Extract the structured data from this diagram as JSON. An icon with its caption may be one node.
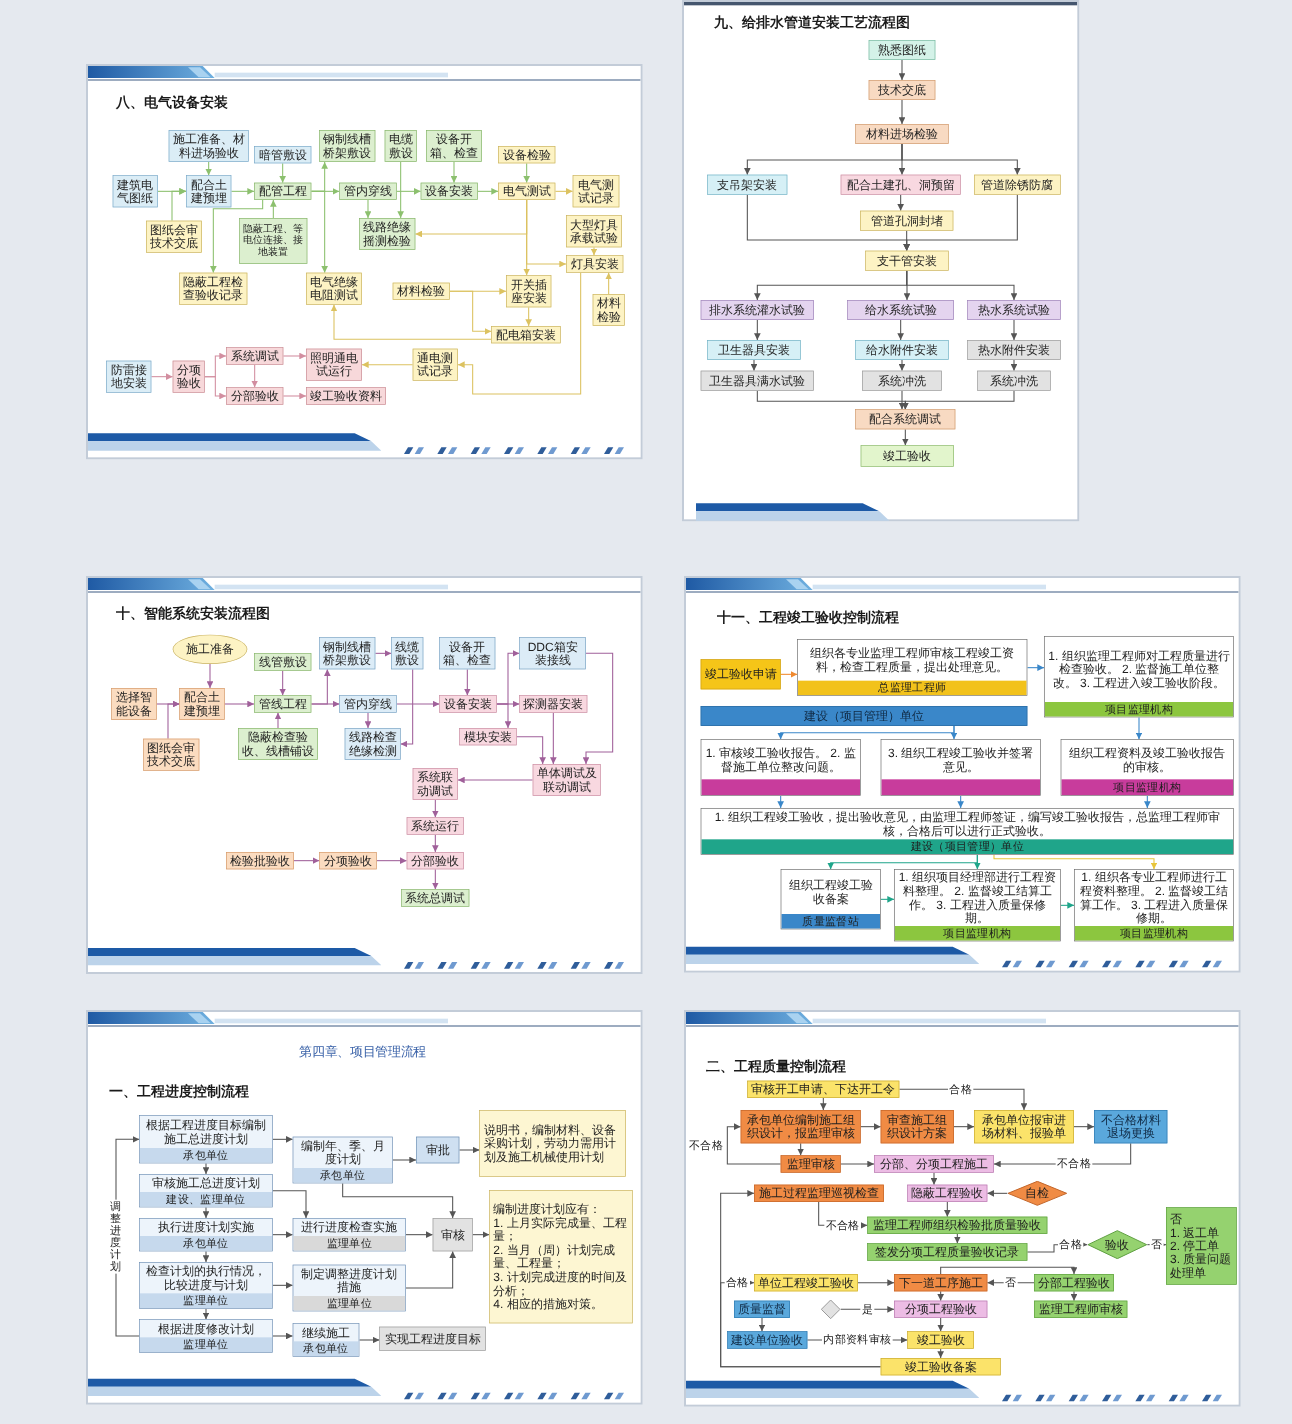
{
  "diagram": {
    "nodes": [
      {
        "text": [
          "八、电气设备安装"
        ]
      },
      {
        "text": [
          "施工准备、材料进场验收"
        ],
        "in": 0
      },
      {
        "text": [
          "暗管敷设"
        ],
        "in": 0
      },
      {
        "text": [
          "钢制线槽桥架敷设"
        ],
        "in": 0
      },
      {
        "text": [
          "电缆敷设"
        ],
        "in": 0
      },
      {
        "text": [
          "设备开箱、检查"
        ],
        "in": 0
      },
      {
        "text": [
          "设备检验"
        ],
        "in": 0
      },
      {
        "text": [
          "建筑电气图纸"
        ],
        "in": 0
      },
      {
        "text": [
          "配合土建预埋"
        ],
        "in": 0
      },
      {
        "text": [
          "配管工程"
        ],
        "in": 0
      },
      {
        "text": [
          "管内穿线"
        ],
        "in": 0
      },
      {
        "text": [
          "设备安装"
        ],
        "in": 0
      },
      {
        "text": [
          "电气测试"
        ],
        "in": 0
      },
      {
        "text": [
          "电气测试记录"
        ],
        "in": 0
      },
      {
        "text": [
          "大型灯具承载试验"
        ],
        "in": 0
      },
      {
        "text": [
          "图纸会审技术交底"
        ],
        "in": 0
      },
      {
        "text": [
          "隐蔽工程、等电位连接、接地装置"
        ],
        "in": 0
      },
      {
        "text": [
          "线路绝缘摇测检验"
        ],
        "in": 0
      },
      {
        "text": [
          "灯具安装"
        ],
        "in": 0
      },
      {
        "text": [
          "电气绝缘电阻测试"
        ],
        "in": 0
      },
      {
        "text": [
          "材料检验"
        ],
        "in": 0
      },
      {
        "text": [
          "开关插座安装"
        ],
        "in": 0
      },
      {
        "text": [
          "隐蔽工程检查验收记录"
        ],
        "in": 0
      },
      {
        "text": [
          "材料检验"
        ],
        "in": 0
      },
      {
        "text": [
          "配电箱安装"
        ],
        "in": 0
      },
      {
        "text": [
          "防雷接地安装"
        ],
        "in": 0
      },
      {
        "text": [
          "分项验收"
        ],
        "in": 0
      },
      {
        "text": [
          "系统调试"
        ],
        "in": 0
      },
      {
        "text": [
          "照明通电试运行"
        ],
        "in": 0
      },
      {
        "text": [
          "通电测试记录"
        ],
        "in": 0
      },
      {
        "text": [
          "分部验收"
        ],
        "in": 0
      },
      {
        "text": [
          "竣工验收资料"
        ],
        "in": 0
      },
      {
        "text": [
          "九、给排水管道安装工艺流程图"
        ]
      },
      {
        "text": [
          "熟悉图纸"
        ],
        "in": 32
      },
      {
        "text": [
          "技术交底"
        ],
        "in": 32
      },
      {
        "text": [
          "材料进场检验"
        ],
        "in": 32
      },
      {
        "text": [
          "支吊架安装"
        ],
        "in": 32
      },
      {
        "text": [
          "配合土建孔、洞预留"
        ],
        "in": 32
      },
      {
        "text": [
          "管道除锈防腐"
        ],
        "in": 32
      },
      {
        "text": [
          "管道孔洞封堵"
        ],
        "in": 32
      },
      {
        "text": [
          "支干管安装"
        ],
        "in": 32
      },
      {
        "text": [
          "排水系统灌水试验"
        ],
        "in": 32
      },
      {
        "text": [
          "给水系统试验"
        ],
        "in": 32
      },
      {
        "text": [
          "热水系统试验"
        ],
        "in": 32
      },
      {
        "text": [
          "卫生器具安装"
        ],
        "in": 32
      },
      {
        "text": [
          "给水附件安装"
        ],
        "in": 32
      },
      {
        "text": [
          "热水附件安装"
        ],
        "in": 32
      },
      {
        "text": [
          "卫生器具满水试验"
        ],
        "in": 32
      },
      {
        "text": [
          "系统冲洗"
        ],
        "in": 32
      },
      {
        "text": [
          "系统冲洗"
        ],
        "in": 32
      },
      {
        "text": [
          "配合系统调试"
        ],
        "in": 32
      },
      {
        "text": [
          "竣工验收"
        ],
        "in": 32
      },
      {
        "text": [
          "十、智能系统安装流程图"
        ]
      },
      {
        "text": [
          "施工准备"
        ],
        "in": 52
      },
      {
        "text": [
          "钢制线槽桥架敷设"
        ],
        "in": 52
      },
      {
        "text": [
          "线缆敷设"
        ],
        "in": 52
      },
      {
        "text": [
          "设备开箱、检查"
        ],
        "in": 52
      },
      {
        "text": [
          "DDC箱安装接线"
        ],
        "in": 52
      },
      {
        "text": [
          "线管敷设"
        ],
        "in": 52
      },
      {
        "text": [
          "选择智能设备"
        ],
        "in": 52
      },
      {
        "text": [
          "配合土建预埋"
        ],
        "in": 52
      },
      {
        "text": [
          "管线工程"
        ],
        "in": 52
      },
      {
        "text": [
          "管内穿线"
        ],
        "in": 52
      },
      {
        "text": [
          "设备安装"
        ],
        "in": 52
      },
      {
        "text": [
          "探测器安装"
        ],
        "in": 52
      },
      {
        "text": [
          "隐蔽检查验收、线槽铺设"
        ],
        "in": 52
      },
      {
        "text": [
          "线路检查绝缘检测"
        ],
        "in": 52
      },
      {
        "text": [
          "模块安装"
        ],
        "in": 52
      },
      {
        "text": [
          "图纸会审技术交底"
        ],
        "in": 52
      },
      {
        "text": [
          "单体调试及联动调试"
        ],
        "in": 52
      },
      {
        "text": [
          "系统联动调试"
        ],
        "in": 52
      },
      {
        "text": [
          "系统运行"
        ],
        "in": 52
      },
      {
        "text": [
          "检验批验收"
        ],
        "in": 52
      },
      {
        "text": [
          "分项验收"
        ],
        "in": 52
      },
      {
        "text": [
          "分部验收"
        ],
        "in": 52
      },
      {
        "text": [
          "系统总调试"
        ],
        "in": 52
      },
      {
        "text": [
          "十一、工程竣工验收控制流程"
        ]
      },
      {
        "text": [
          "竣工验收申请"
        ],
        "in": 76
      },
      {
        "text": [
          "组织各专业监理工程师审核工程竣工资料，检查工程质量，提出处理意见。",
          "总监理工程师"
        ],
        "in": 76
      },
      {
        "text": [
          "建设（项目管理）单位"
        ],
        "in": 76
      },
      {
        "text": [
          "1. 组织监理工程师对工程质量进行检查验收。 2. 监督施工单位整改。 3. 工程进入竣工验收阶段。",
          "项目监理机构"
        ],
        "in": 76
      },
      {
        "text": [
          "1. 审核竣工验收报告。 2. 监督施工单位整改问题。"
        ],
        "in": 76
      },
      {
        "text": [
          "3. 组织工程竣工验收并签署意见。"
        ],
        "in": 76
      },
      {
        "text": [
          "组织工程资料及竣工验收报告的审核。",
          "项目监理机构"
        ],
        "in": 76
      },
      {
        "text": [
          "1. 组织工程竣工验收，提出验收意见，由监理工程师签证，编写竣工验收报告，总监理工程师审核，合格后可以进行正式验收。",
          "建设（项目管理）单位"
        ],
        "in": 76
      },
      {
        "text": [
          "组织工程竣工验收备案",
          "质量监督站"
        ],
        "in": 76
      },
      {
        "text": [
          "1. 组织项目经理部进行工程资料整理。 2. 监督竣工结算工作。 3. 工程进入质量保修期。",
          "项目监理机构"
        ],
        "in": 76
      },
      {
        "text": [
          "1. 组织各专业工程师进行工程资料整理。 2. 监督竣工结算工作。 3. 工程进入质量保修期。",
          "项目监理机构"
        ],
        "in": 76
      },
      {
        "text": [
          "第四章、项目管理流程",
          "一、工程进度控制流程"
        ]
      },
      {
        "text": [
          "根据工程进度目标编制施工总进度计划",
          "承包单位"
        ],
        "in": 88
      },
      {
        "text": [
          "编制年、季、月度计划",
          "承包单位"
        ],
        "in": 88
      },
      {
        "text": [
          "审批"
        ],
        "in": 88
      },
      {
        "text": [
          "说明书，编制材料、设备采购计划，劳动力需用计划及施工机械使用计划"
        ],
        "in": 88
      },
      {
        "text": [
          "审核施工总进度计划",
          "建设、监理单位"
        ],
        "in": 88
      },
      {
        "text": [
          "编制进度计划应有：",
          "1. 上月实际完成量、工程量；",
          "2. 当月（周）计划完成量、工程量；",
          "3. 计划完成进度的时间及分析；",
          "4. 相应的措施对策。"
        ],
        "in": 88
      },
      {
        "text": [
          "执行进度计划实施",
          "承包单位"
        ],
        "in": 88
      },
      {
        "text": [
          "进行进度检查实施",
          "监理单位"
        ],
        "in": 88
      },
      {
        "text": [
          "审核"
        ],
        "in": 88
      },
      {
        "text": [
          "检查计划的执行情况，比较进度与计划",
          "监理单位"
        ],
        "in": 88
      },
      {
        "text": [
          "制定调整进度计划措施",
          "监理单位"
        ],
        "in": 88
      },
      {
        "text": [
          "根据进度修改计划",
          "监理单位"
        ],
        "in": 88
      },
      {
        "text": [
          "继续施工",
          "承包单位"
        ],
        "in": 88
      },
      {
        "text": [
          "实现工程进度目标"
        ],
        "in": 88
      },
      {
        "text": [
          "二、工程质量控制流程"
        ]
      },
      {
        "text": [
          "审核开工申请、下达开工令"
        ],
        "in": 103
      },
      {
        "text": [
          "承包单位编制施工组织设计，报监理审核"
        ],
        "in": 103
      },
      {
        "text": [
          "审查施工组织设计方案"
        ],
        "in": 103
      },
      {
        "text": [
          "承包单位报审进场材料、报验单"
        ],
        "in": 103
      },
      {
        "text": [
          "不合格材料退场更换"
        ],
        "in": 103
      },
      {
        "text": [
          "监理审核"
        ],
        "in": 103
      },
      {
        "text": [
          "分部、分项工程施工"
        ],
        "in": 103
      },
      {
        "text": [
          "施工过程监理巡视检查"
        ],
        "in": 103
      },
      {
        "text": [
          "隐蔽工程验收"
        ],
        "in": 103
      },
      {
        "text": [
          "自检"
        ],
        "in": 103
      },
      {
        "text": [
          "监理工程师组织检验批质量验收"
        ],
        "in": 103
      },
      {
        "text": [
          "签发分项工程质量验收记录"
        ],
        "in": 103
      },
      {
        "text": [
          "验收"
        ],
        "in": 103
      },
      {
        "text": [
          "否",
          "1. 返工单",
          "2. 停工单",
          "3. 质量问题处理单"
        ],
        "in": 103
      },
      {
        "text": [
          "单位工程竣工验收"
        ],
        "in": 103
      },
      {
        "text": [
          "下一道工序施工"
        ],
        "in": 103
      },
      {
        "text": [
          "分部工程验收"
        ],
        "in": 103
      },
      {
        "text": [],
        "shape": "diamond",
        "in": 103
      },
      {
        "text": [
          "分项工程验收"
        ],
        "in": 103
      },
      {
        "text": [
          "监理工程师审核"
        ],
        "in": 103
      },
      {
        "text": [
          "质量监督"
        ],
        "in": 103
      },
      {
        "text": [
          "建设单位验收"
        ],
        "in": 103
      },
      {
        "text": [
          "竣工验收"
        ],
        "in": 103
      },
      {
        "text": [
          "竣工验收备案"
        ],
        "in": 103
      }
    ],
    "edges": [
      {
        "from": 1,
        "to": 8,
        "arrow": "to",
        "color": "#8cc06e"
      },
      {
        "from": 7,
        "to": 8,
        "arrow": "to",
        "color": "#8cc06e"
      },
      {
        "from": 15,
        "to": 8,
        "arrow": "to",
        "color": "#8cc06e"
      },
      {
        "from": 8,
        "to": 9,
        "arrow": "to",
        "color": "#8cc06e"
      },
      {
        "from": 2,
        "to": 9,
        "arrow": "to",
        "color": "#8cc06e"
      },
      {
        "from": 16,
        "to": 9,
        "arrow": "to",
        "color": "#8cc06e"
      },
      {
        "from": 9,
        "to": 22,
        "arrow": "to",
        "color": "#8cc06e"
      },
      {
        "from": 9,
        "to": 10,
        "arrow": "to",
        "color": "#8cc06e"
      },
      {
        "from": 9,
        "to": 3,
        "arrow": "to",
        "color": "#8cc06e"
      },
      {
        "from": 9,
        "to": 19,
        "arrow": "to",
        "color": "#8cc06e"
      },
      {
        "from": 10,
        "to": 11,
        "arrow": "to",
        "color": "#8cc06e"
      },
      {
        "from": 5,
        "to": 11,
        "arrow": "to",
        "color": "#8cc06e"
      },
      {
        "from": 11,
        "to": 12,
        "arrow": "to",
        "color": "#8cc06e"
      },
      {
        "from": 6,
        "to": 12,
        "arrow": "to",
        "color": "#8cc06e"
      },
      {
        "from": 12,
        "to": 13,
        "arrow": "to",
        "color": "#dcc260"
      },
      {
        "from": 10,
        "to": 17,
        "arrow": "to",
        "color": "#8cc06e"
      },
      {
        "from": 4,
        "to": 17,
        "arrow": "to",
        "color": "#8cc06e"
      },
      {
        "from": 12,
        "to": 17,
        "arrow": "to",
        "color": "#dcc260"
      },
      {
        "from": 12,
        "to": 21,
        "arrow": "to",
        "color": "#dcc260"
      },
      {
        "from": 12,
        "to": 18,
        "arrow": "to",
        "color": "#dcc260"
      },
      {
        "from": 14,
        "to": 18,
        "arrow": "to",
        "color": "#dcc260"
      },
      {
        "from": 23,
        "to": 18,
        "arrow": "to",
        "color": "#dcc260"
      },
      {
        "from": 20,
        "to": 21,
        "arrow": "to",
        "color": "#dcc260"
      },
      {
        "from": 20,
        "to": 24,
        "arrow": "to",
        "color": "#dcc260"
      },
      {
        "from": 21,
        "to": 24,
        "arrow": "to",
        "color": "#dcc260"
      },
      {
        "from": 24,
        "to": 19,
        "arrow": "to",
        "color": "#dcc260"
      },
      {
        "from": 18,
        "to": 29,
        "arrow": "to",
        "color": "#dcc260"
      },
      {
        "from": 25,
        "to": 26,
        "arrow": "to",
        "color": "#d28ea0"
      },
      {
        "from": 26,
        "to": 27,
        "arrow": "to",
        "color": "#d28ea0"
      },
      {
        "from": 26,
        "to": 30,
        "arrow": "to",
        "color": "#d28ea0"
      },
      {
        "from": 27,
        "to": 28,
        "arrow": "to",
        "color": "#d28ea0"
      },
      {
        "from": 27,
        "to": 30,
        "arrow": "to",
        "color": "#d28ea0"
      },
      {
        "from": 30,
        "to": 31,
        "arrow": "to",
        "color": "#d28ea0"
      },
      {
        "from": 29,
        "to": 28,
        "arrow": "to",
        "color": "#dcc260"
      },
      {
        "from": 33,
        "to": 34,
        "arrow": "to"
      },
      {
        "from": 34,
        "to": 35,
        "arrow": "to"
      },
      {
        "from": 35,
        "to": 36,
        "arrow": "to"
      },
      {
        "from": 35,
        "to": 37,
        "arrow": "to"
      },
      {
        "from": 35,
        "to": 38,
        "arrow": "to"
      },
      {
        "from": 37,
        "to": 39,
        "arrow": "to"
      },
      {
        "from": 36,
        "to": 40,
        "arrow": "to"
      },
      {
        "from": 38,
        "to": 40,
        "arrow": "to"
      },
      {
        "from": 39,
        "to": 40,
        "arrow": "to"
      },
      {
        "from": 40,
        "to": 41,
        "arrow": "to"
      },
      {
        "from": 40,
        "to": 42,
        "arrow": "to"
      },
      {
        "from": 40,
        "to": 43,
        "arrow": "to"
      },
      {
        "from": 41,
        "to": 44,
        "arrow": "to"
      },
      {
        "from": 42,
        "to": 45,
        "arrow": "to"
      },
      {
        "from": 43,
        "to": 46,
        "arrow": "to"
      },
      {
        "from": 44,
        "to": 47,
        "arrow": "to"
      },
      {
        "from": 45,
        "to": 48,
        "arrow": "to"
      },
      {
        "from": 46,
        "to": 49,
        "arrow": "to"
      },
      {
        "from": 47,
        "to": 50,
        "arrow": "to"
      },
      {
        "from": 48,
        "to": 50,
        "arrow": "to"
      },
      {
        "from": 49,
        "to": 50,
        "arrow": "to"
      },
      {
        "from": 50,
        "to": 51,
        "arrow": "to"
      },
      {
        "from": 53,
        "to": 60,
        "arrow": "to",
        "color": "#a0609a"
      },
      {
        "from": 59,
        "to": 60,
        "arrow": "to",
        "color": "#a0609a"
      },
      {
        "from": 68,
        "to": 60,
        "arrow": "to",
        "color": "#a0609a"
      },
      {
        "from": 60,
        "to": 61,
        "arrow": "to",
        "color": "#a0609a"
      },
      {
        "from": 58,
        "to": 61,
        "arrow": "to",
        "color": "#a0609a"
      },
      {
        "from": 65,
        "to": 61,
        "arrow": "to",
        "color": "#a0609a"
      },
      {
        "from": 61,
        "to": 62,
        "arrow": "to",
        "color": "#a0609a"
      },
      {
        "from": 61,
        "to": 54,
        "arrow": "to",
        "color": "#a0609a"
      },
      {
        "from": 54,
        "to": 55,
        "arrow": "to",
        "color": "#a0609a"
      },
      {
        "from": 55,
        "to": 66,
        "arrow": "to",
        "color": "#a0609a"
      },
      {
        "from": 62,
        "to": 66,
        "arrow": "to",
        "color": "#a0609a"
      },
      {
        "from": 62,
        "to": 63,
        "arrow": "to",
        "color": "#a0609a"
      },
      {
        "from": 56,
        "to": 63,
        "arrow": "to",
        "color": "#a0609a"
      },
      {
        "from": 63,
        "to": 64,
        "arrow": "to",
        "color": "#a0609a"
      },
      {
        "from": 63,
        "to": 57,
        "arrow": "to",
        "color": "#a0609a"
      },
      {
        "from": 63,
        "to": 67,
        "arrow": "to",
        "color": "#a0609a"
      },
      {
        "from": 57,
        "to": 69,
        "arrow": "to",
        "color": "#a0609a"
      },
      {
        "from": 64,
        "to": 69,
        "arrow": "to",
        "color": "#a0609a"
      },
      {
        "from": 67,
        "to": 69,
        "arrow": "to",
        "color": "#a0609a"
      },
      {
        "from": 69,
        "to": 70,
        "arrow": "to",
        "color": "#a0609a"
      },
      {
        "from": 70,
        "to": 71,
        "arrow": "to",
        "color": "#a0609a"
      },
      {
        "from": 71,
        "to": 74,
        "arrow": "to",
        "color": "#a0609a"
      },
      {
        "from": 72,
        "to": 73,
        "arrow": "to",
        "color": "#a0609a"
      },
      {
        "from": 73,
        "to": 74,
        "arrow": "to",
        "color": "#a0609a"
      },
      {
        "from": 74,
        "to": 75,
        "arrow": "to",
        "color": "#a0609a"
      },
      {
        "from": 77,
        "to": 78,
        "arrow": "to",
        "color": "#f08a30"
      },
      {
        "from": 78,
        "to": 80,
        "arrow": "to",
        "color": "#3a87c9"
      },
      {
        "from": 79,
        "to": 81,
        "arrow": "to",
        "color": "#3a87c9"
      },
      {
        "from": 79,
        "to": 82,
        "arrow": "to",
        "color": "#3a87c9"
      },
      {
        "from": 80,
        "to": 83,
        "arrow": "to",
        "color": "#3a87c9"
      },
      {
        "from": 81,
        "to": 84,
        "arrow": "to",
        "color": "#3a87c9"
      },
      {
        "from": 82,
        "to": 84,
        "arrow": "to",
        "color": "#3a87c9"
      },
      {
        "from": 83,
        "to": 84,
        "arrow": "to",
        "color": "#3a87c9"
      },
      {
        "from": 84,
        "to": 85,
        "arrow": "to",
        "color": "#1fa58a"
      },
      {
        "from": 84,
        "to": 86,
        "arrow": "to",
        "color": "#1fa58a"
      },
      {
        "from": 84,
        "to": 87,
        "arrow": "to",
        "color": "#e8c53a"
      },
      {
        "from": 85,
        "to": 86,
        "arrow": "to",
        "color": "#1fa58a"
      },
      {
        "from": 86,
        "to": 87,
        "arrow": "to",
        "color": "#1fa58a"
      },
      {
        "from": 89,
        "to": 90,
        "arrow": "to"
      },
      {
        "from": 90,
        "to": 91,
        "arrow": "to"
      },
      {
        "from": 91,
        "to": 92,
        "arrow": "to"
      },
      {
        "from": 90,
        "to": 97,
        "arrow": "to"
      },
      {
        "from": 89,
        "to": 93,
        "arrow": "to"
      },
      {
        "from": 93,
        "to": 95,
        "arrow": "to"
      },
      {
        "from": 93,
        "to": 96,
        "arrow": "to"
      },
      {
        "from": 95,
        "to": 96,
        "arrow": "to"
      },
      {
        "from": 96,
        "to": 97,
        "arrow": "to"
      },
      {
        "from": 97,
        "to": 94,
        "arrow": "to"
      },
      {
        "from": 95,
        "to": 98,
        "arrow": "to"
      },
      {
        "from": 98,
        "to": 99,
        "arrow": "to"
      },
      {
        "from": 99,
        "to": 97,
        "arrow": "to"
      },
      {
        "from": 98,
        "to": 100,
        "arrow": "to"
      },
      {
        "from": 100,
        "to": 101,
        "arrow": "to"
      },
      {
        "from": 101,
        "to": 102,
        "arrow": "to"
      },
      {
        "from": 100,
        "to": 89,
        "arrow": "to",
        "label": "调整进度计划"
      },
      {
        "from": 104,
        "to": 105,
        "arrow": "to"
      },
      {
        "from": 104,
        "to": 107,
        "arrow": "to",
        "label": "合格"
      },
      {
        "from": 105,
        "to": 106,
        "arrow": "to"
      },
      {
        "from": 106,
        "to": 107,
        "arrow": "to"
      },
      {
        "from": 107,
        "to": 108,
        "arrow": "to"
      },
      {
        "from": 105,
        "to": 109,
        "arrow": "to"
      },
      {
        "from": 109,
        "to": 105,
        "arrow": "to",
        "label": "不合格"
      },
      {
        "from": 109,
        "to": 110,
        "arrow": "to"
      },
      {
        "from": 108,
        "to": 110,
        "arrow": "to",
        "label": "不合格"
      },
      {
        "from": 110,
        "to": 112,
        "arrow": "to"
      },
      {
        "from": 113,
        "to": 112,
        "arrow": "to"
      },
      {
        "from": 112,
        "to": 114,
        "arrow": "to"
      },
      {
        "from": 111,
        "to": 114,
        "arrow": "to",
        "label": "不合格"
      },
      {
        "from": 114,
        "to": 115,
        "arrow": "to"
      },
      {
        "from": 115,
        "to": 116,
        "arrow": "to",
        "label": "合格"
      },
      {
        "from": 116,
        "to": 117,
        "arrow": "to",
        "label": "否"
      },
      {
        "from": 118,
        "to": 119,
        "arrow": "to"
      },
      {
        "from": 120,
        "to": 119,
        "arrow": "to",
        "label": "否"
      },
      {
        "from": 119,
        "to": 120,
        "arrow": "to"
      },
      {
        "from": 119,
        "to": 122,
        "arrow": "to"
      },
      {
        "from": 120,
        "to": 123,
        "arrow": "to"
      },
      {
        "from": 121,
        "to": 122,
        "arrow": "to",
        "label": "是"
      },
      {
        "from": 124,
        "to": 125,
        "arrow": "to"
      },
      {
        "from": 125,
        "to": 126,
        "arrow": "to",
        "label": "内部资料审核"
      },
      {
        "from": 122,
        "to": 126,
        "arrow": "to"
      },
      {
        "from": 126,
        "to": 127,
        "arrow": "to"
      },
      {
        "from": 127,
        "to": 111,
        "arrow": "to"
      },
      {
        "from": 127,
        "to": 118,
        "arrow": "to",
        "label": "合格"
      }
    ]
  }
}
